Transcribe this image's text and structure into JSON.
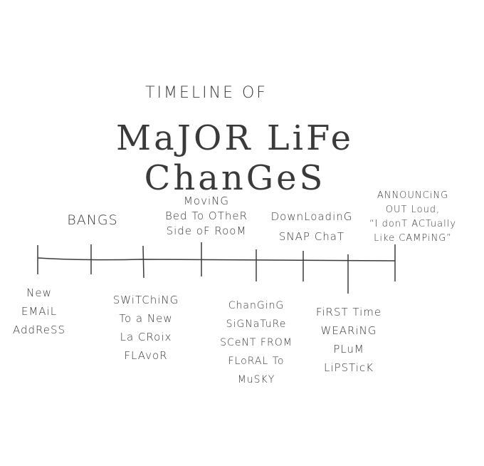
{
  "title": {
    "line1": "TIMELINE   OF",
    "line2": "MaJOR  LiFe  ChanGeS"
  },
  "events_above": [
    {
      "label": "BANGS"
    },
    {
      "label": "MoviNG\nBed To OTheR\nSide oF RooM"
    },
    {
      "label": "DownLoadinG\nSNAP ChaT"
    },
    {
      "label": "ANNOUNCiNG\nOUT  Loud,\n“I  donT  ACTually\nLike  CAMPiNG”"
    }
  ],
  "events_below": [
    {
      "label": "New\nEMAiL\nAddReSS"
    },
    {
      "label": "SWiTChiNG\nTo  a  New\nLa CRoix\nFLAvoR"
    },
    {
      "label": "ChanGinG\nSiGNaTuRe\nSCeNT  FROM\nFLoRAL  To\nMuSKY"
    },
    {
      "label": "FiRST  Time\nWEARiNG\nPLuM\nLiPSTicK"
    }
  ],
  "ink_color": "#3a3a3a"
}
